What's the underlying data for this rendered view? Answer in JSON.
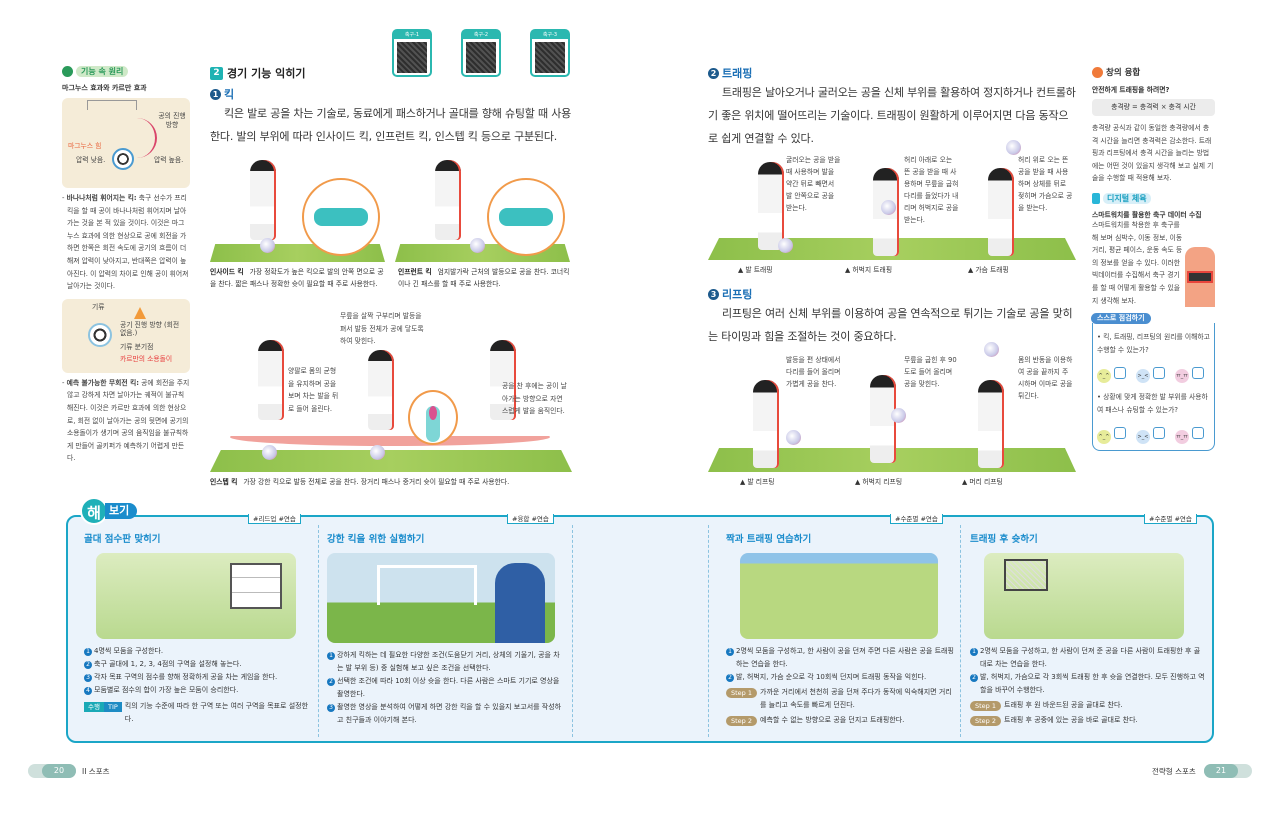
{
  "qr_codes": [
    "축구-1",
    "축구-2",
    "축구-3"
  ],
  "left_sidebar": {
    "section_label": "기능 속 원리",
    "subtitle": "마그누스 효과와 카르만 효과",
    "fig1": {
      "labels": [
        "공의 진행 방향",
        "마그누스 힘",
        "압력 낮음.",
        "압력 높음."
      ]
    },
    "item1": {
      "term": "바나나처럼 휘어지는 킥:",
      "text": "축구 선수가 프리킥을 할 때 공이 바나나처럼 휘어지며 날아가는 것을 본 적 있을 것이다. 이것은 마그누스 효과에 의한 현상으로 공에 회전을 가하면 한쪽은 회전 속도에 공기의 흐름이 더해져 압력이 낮아지고, 반대쪽은 압력이 높아진다. 이 압력의 차이로 인해 공이 휘어져 날아가는 것이다."
    },
    "fig2": {
      "labels": [
        "기류",
        "공기 진행 방향 (회전 없음.)",
        "기류 분기점",
        "카르만의 소용돌이"
      ]
    },
    "item2": {
      "term": "예측 불가능한 무회전 킥:",
      "text": "공에 회전을 주지 않고 강하게 차면 날아가는 궤적이 불규칙해진다. 이것은 카르만 효과에 의한 현상으로, 회전 없이 날아가는 공의 뒷면에 공기의 소용돌이가 생기며 공의 움직임을 불규칙하게 만들어 골키퍼가 예측하기 어렵게 만든다."
    }
  },
  "kick_section": {
    "number": "2",
    "title": "경기 기능 익히기",
    "sub_number": "1",
    "sub_title": "킥",
    "paragraph": "킥은 발로 공을 차는 기술로, 동료에게 패스하거나 골대를 향해 슈팅할 때 사용한다. 발의 부위에 따라 인사이드 킥, 인프런트 킥, 인스텝 킥 등으로 구분된다.",
    "inside": {
      "name": "인사이드 킥",
      "desc": "가장 정확도가 높은 킥으로 발의 안쪽 면으로 공을 찬다. 짧은 패스나 정확한 슛이 필요할 때 주로 사용한다."
    },
    "infront": {
      "name": "인프런트 킥",
      "desc": "엄지발가락 근처의 발등으로 공을 찬다. 코너킥이나 긴 패스를 할 때 주로 사용한다."
    },
    "instep_notes": [
      "양팔로 몸의 균형을 유지하며 공을 보며 차는 발을 뒤로 들어 올린다.",
      "무릎을 살짝 구부리며 발등을 펴서 발등 전체가 공에 닿도록 하여 맞힌다.",
      "공을 찬 후에는 공이 날아가는 방향으로 자연스럽게 발을 움직인다."
    ],
    "instep": {
      "name": "인스텝 킥",
      "desc": "가장 강한 킥으로 발등 전체로 공을 찬다. 장거리 패스나 중거리 슛이 필요할 때 주로 사용한다."
    }
  },
  "trapping": {
    "number": "2",
    "title": "트래핑",
    "paragraph": "트래핑은 날아오거나 굴러오는 공을 신체 부위를 활용하여 정지하거나 컨트롤하기 좋은 위치에 떨어뜨리는 기술이다. 트래핑이 원활하게 이루어지면 다음 동작으로 쉽게 연결할 수 있다.",
    "notes": [
      "굴러오는 공을 받을 때 사용하며 발을 약간 뒤로 빼면서 발 안쪽으로 공을 받는다.",
      "허리 아래로 오는 뜬 공을 받을 때 사용하며 무릎을 굽혀 다리를 들었다가 내리며 허벅지로 공을 받는다.",
      "허리 위로 오는 뜬 공을 받을 때 사용하며 상체를 뒤로 젖히며 가슴으로 공을 받는다."
    ],
    "captions": [
      "▲ 발 트래핑",
      "▲ 허벅지 트래핑",
      "▲ 가슴 트래핑"
    ]
  },
  "lifting": {
    "number": "3",
    "title": "리프팅",
    "paragraph": "리프팅은 여러 신체 부위를 이용하여 공을 연속적으로 튀기는 기술로 공을 맞히는 타이밍과 힘을 조절하는 것이 중요하다.",
    "notes": [
      "발등을 편 상태에서 다리를 들어 올리며 가볍게 공을 찬다.",
      "무릎을 굽힌 후 90도로 들어 올리며 공을 맞힌다.",
      "몸의 반동을 이용하여 공을 끝까지 주시하며 이마로 공을 튀긴다."
    ],
    "captions": [
      "▲ 발 리프팅",
      "▲ 허벅지 리프팅",
      "▲ 머리 리프팅"
    ]
  },
  "right_sidebar": {
    "section_label": "창의 융합",
    "subtitle": "안전하게 트래핑을 하려면?",
    "formula": "충격량 = 충격력 × 충격 시간",
    "text": "충격량 공식과 같이 동일한 충격량에서 충격 시간을 늘리면 충격력은 감소한다. 트래핑과 리프팅에서 충격 시간을 늘리는 방법에는 어떤 것이 있을지 생각해 보고 실제 기술을 수행할 때 적용해 보자.",
    "digital_label": "디지털 체육",
    "digital_subtitle": "스마트워치를 활용한 축구 데이터 수집",
    "digital_text": "스마트워치를 착용한 후 축구를 해 보며 심박수, 이동 정보, 이동 거리, 평균 페이스, 운동 속도 등의 정보를 얻을 수 있다. 이러한 빅데이터를 수집해서 축구 경기를 할 때 어떻게 활용할 수 있을지 생각해 보자.",
    "check_label": "스스로 점검하기",
    "questions": [
      "킥, 트래핑, 리프팅의 원리를 이해하고 수행할 수 있는가?",
      "상황에 맞게 정확한 발 부위를 사용하여 패스나 슈팅할 수 있는가?"
    ],
    "faces": [
      "^_^",
      ">_<",
      "ㅠ_ㅠ"
    ]
  },
  "activity": {
    "badge": "해",
    "badge_rest": "보기",
    "sections": [
      {
        "tag": "#리드업 #연습",
        "title": "골대 점수판 맞히기",
        "steps": [
          "4명씩 모둠을 구성한다.",
          "축구 골대에 1, 2, 3, 4점의 구역을 설정해 놓는다.",
          "각자 목표 구역의 점수를 향해 정확하게 공을 차는 게임을 한다.",
          "모둠별로 점수의 합이 가장 높은 모둠이 승리한다."
        ],
        "tip_label": "수행",
        "tip_badge": "TIP",
        "tip": "킥의 기능 수준에 따라 한 구역 또는 여러 구역을 목표로 설정한다."
      },
      {
        "tag": "#융합 #연습",
        "title": "강한 킥을 위한 실험하기",
        "steps": [
          "강하게 킥하는 데 필요한 다양한 조건(도움닫기 거리, 상체의 기울기, 공을 차는 발 부위 등) 중 실험해 보고 싶은 조건을 선택한다.",
          "선택한 조건에 따라 10회 이상 슛을 한다. 다른 사람은 스마트 기기로 영상을 촬영한다.",
          "촬영한 영상을 분석하여 어떻게 하면 강한 킥을 할 수 있을지 보고서를 작성하고 친구들과 이야기해 본다."
        ]
      },
      {
        "tag": "#수준별 #연습",
        "title": "짝과 트래핑 연습하기",
        "steps": [
          "2명씩 모둠을 구성하고, 한 사람이 공을 던져 주면 다른 사람은 공을 트래핑하는 연습을 한다.",
          "발, 허벅지, 가슴 순으로 각 10회씩 던지며 트래핑 동작을 익힌다."
        ],
        "step_pills": [
          {
            "label": "Step 1",
            "text": "가까운 거리에서 천천히 공을 던져 주다가 동작에 익숙해지면 거리를 늘리고 속도를 빠르게 던진다."
          },
          {
            "label": "Step 2",
            "text": "예측할 수 없는 방향으로 공을 던지고 트래핑한다."
          }
        ]
      },
      {
        "tag": "#수준별 #연습",
        "title": "트래핑 후 슛하기",
        "steps": [
          "2명씩 모둠을 구성하고, 한 사람이 던져 준 공을 다른 사람이 트래핑한 후 골대로 차는 연습을 한다.",
          "발, 허벅지, 가슴으로 각 3회씩 트래핑 한 후 슛을 연결한다. 모두 진행하고 역할을 바꾸어 수행한다."
        ],
        "step_pills": [
          {
            "label": "Step 1",
            "text": "트래핑 후 원 바운드된 공을 골대로 찬다."
          },
          {
            "label": "Step 2",
            "text": "트래핑 후 공중에 있는 공을 바로 골대로 찬다."
          }
        ]
      }
    ]
  },
  "footer": {
    "left_page": "20",
    "left_title": "II 스포츠",
    "right_title": "전략형 스포츠",
    "right_page": "21"
  },
  "colors": {
    "teal": "#1fb3b3",
    "blue": "#1b6fb5",
    "box_border": "#1ba6c7",
    "box_bg": "#ebf3fb"
  }
}
